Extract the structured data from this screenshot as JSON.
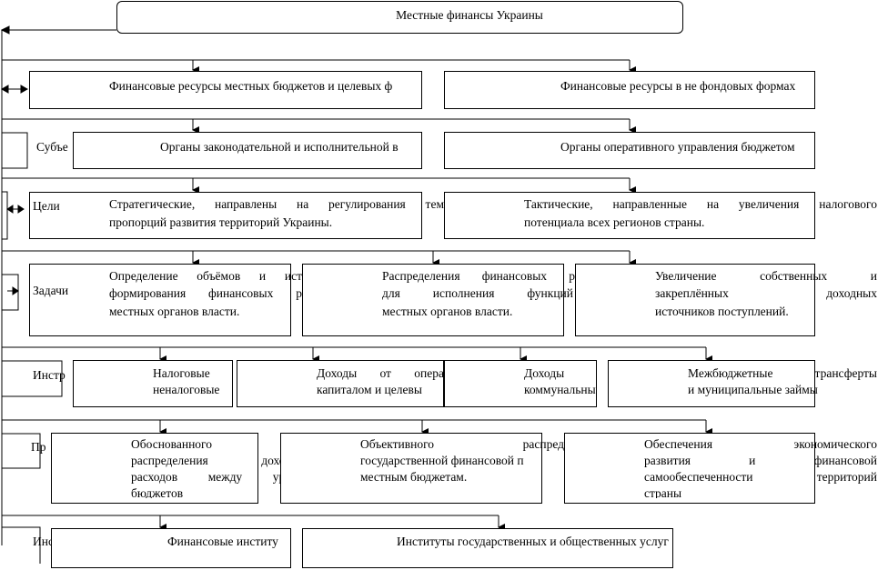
{
  "title": "Местные финансы Украины",
  "rows": {
    "resources": {
      "label": "",
      "box1": "Финансовые ресурсы местных бюджетов и целевых ф",
      "box2": "Финансовые ресурсы в  не фондовых формах"
    },
    "subjects": {
      "label": "Субъе",
      "box1": "Органы законодательной и исполнительной в",
      "box2": "Органы оперативного управления бюджетом"
    },
    "goals": {
      "label": "Цели",
      "box1": [
        "Стратегические, направлены на регулирования тем",
        "пропорций развития территорий Украины."
      ],
      "box2": [
        "Тактические, направленные на увеличения налогового",
        "потенциала всех регионов страны."
      ]
    },
    "tasks": {
      "label": "Задачи",
      "box1": [
        "Определение объёмов и ист",
        "формирования финансовых р",
        "местных органов власти."
      ],
      "box2": [
        "Распределения финансовых р",
        "для исполнения функций",
        "местных органов власти."
      ],
      "box3": [
        "Увеличение собственных и",
        "закреплённых доходных",
        "источников поступлений."
      ]
    },
    "instruments": {
      "label": "Инстр",
      "box1": [
        "Налоговые",
        "неналоговые"
      ],
      "box2": [
        "Доходы от опера",
        "капиталом и целевы"
      ],
      "box3": [
        "Доходы",
        "коммунальны"
      ],
      "box4": [
        "Межбюджетные трансферты",
        "и муниципальные займы"
      ]
    },
    "principles": {
      "label": "Пр",
      "box1": [
        "Обоснованного",
        "распределения доход",
        "расходов между уро",
        "бюджетов"
      ],
      "box2": [
        "Объективного распреде",
        "государственной финансовой п",
        "местным бюджетам."
      ],
      "box3": [
        "Обеспечения экономического",
        "развития и финансовой",
        "самообеспеченности территорий",
        "страны"
      ]
    },
    "institutes": {
      "label": "Институты",
      "box1": "Финансовые институ",
      "box2": "Институты государственных и общественных услуг"
    }
  }
}
